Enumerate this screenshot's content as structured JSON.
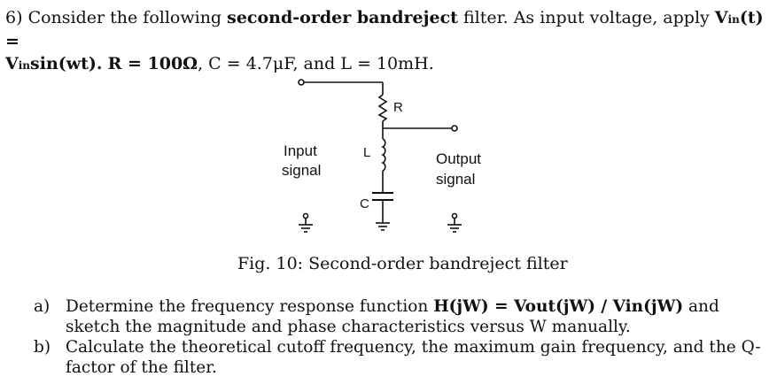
{
  "problem": {
    "number": "6)",
    "text_1": "Consider the following",
    "bold_1": "second-order bandreject",
    "text_2": "filter. As input voltage, apply",
    "vin_v": "V",
    "vin_sub": "in",
    "vin_t": "(t) =",
    "line2_v": "V",
    "line2_sub": "in",
    "line2_sin": "sin(wt).",
    "r_value": "R = 100Ω",
    "c_value": ", C = 4.7μF, and L = 10mH."
  },
  "figure": {
    "input_label_1": "Input",
    "input_label_2": "signal",
    "output_label_1": "Output",
    "output_label_2": "signal",
    "r_label": "R",
    "l_label": "L",
    "c_label": "C",
    "caption": "Fig. 10: Second-order bandreject filter"
  },
  "questions": [
    {
      "label": "a)",
      "text_1": "Determine the frequency response function",
      "bold": "H(jW) = Vout(jW) / Vin(jW)",
      "text_2": "and sketch the magnitude and phase characteristics versus W manually."
    },
    {
      "label": "b)",
      "text_1": "Calculate the theoretical cutoff frequency, the maximum gain frequency, and the Q-factor of the filter."
    }
  ]
}
